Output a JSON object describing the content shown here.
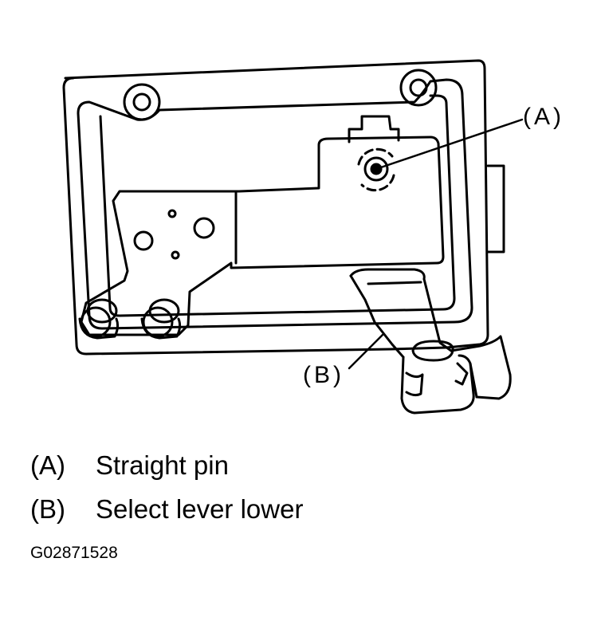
{
  "callouts": {
    "a": "(A)",
    "b": "(B)"
  },
  "legend": [
    {
      "key": "(A)",
      "text": "Straight pin"
    },
    {
      "key": "(B)",
      "text": "Select lever lower"
    }
  ],
  "figure_code": "G02871528"
}
